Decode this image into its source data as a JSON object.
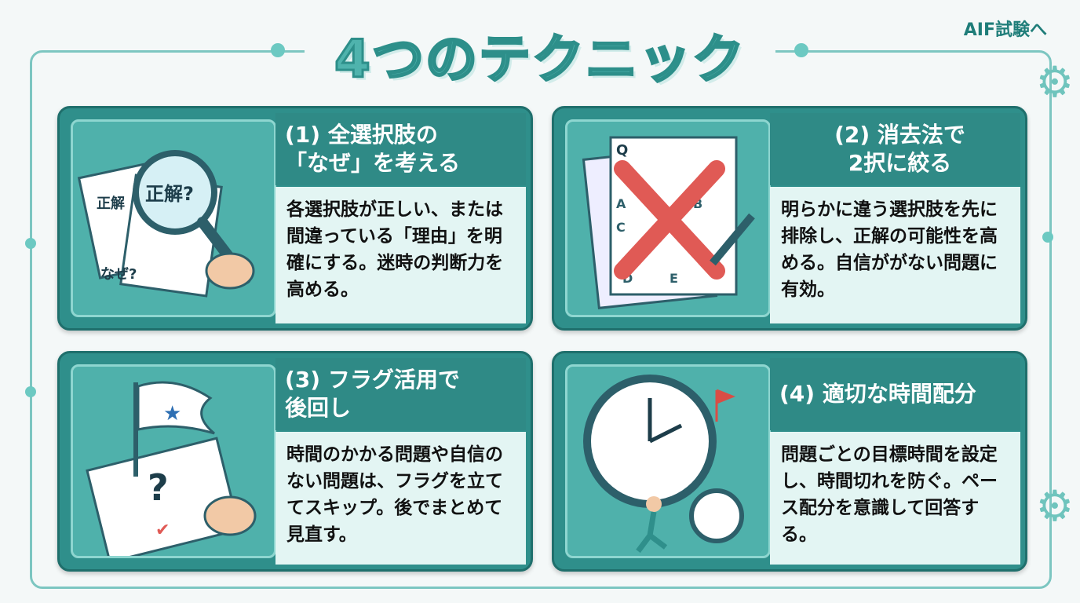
{
  "title": "4つのテクニック",
  "nav_link": "AIF試験へ",
  "colors": {
    "accent": "#2f8f8b",
    "title": "#4fb3ad",
    "body_bg": "#e3f5f3",
    "cross": "#e05a55"
  },
  "cards": [
    {
      "heading": "(1) 全選択肢の\n「なぜ」を考える",
      "body": "各選択肢が正しい、または間違っている「理由」を明確にする。迷時の判断力を高める。",
      "illustration": {
        "icon": "magnifier-documents",
        "labels": [
          "正解?",
          "正解",
          "なぜ?"
        ]
      }
    },
    {
      "heading": "(2) 消去法で\n2択に絞る",
      "body": "明らかに違う選択肢を先に排除し、正解の可能性を高める。自信ががない問題に有効。",
      "illustration": {
        "icon": "crossed-answer-sheet",
        "labels": [
          "Q",
          "A",
          "B",
          "C",
          "D",
          "E"
        ]
      }
    },
    {
      "heading": "(3) フラグ活用で\n後回し",
      "body": "時間のかかる問題や自信のない問題は、フラグを立ててスキップ。後でまとめて見直す。",
      "illustration": {
        "icon": "flag-question-sheet",
        "labels": [
          "?"
        ]
      }
    },
    {
      "heading": "(4) 適切な時間配分",
      "body": "問題ごとの目標時間を設定し、時間切れを防ぐ。ペース配分を意識して回答する。",
      "illustration": {
        "icon": "clock-runner-stopwatch",
        "labels": []
      }
    }
  ]
}
